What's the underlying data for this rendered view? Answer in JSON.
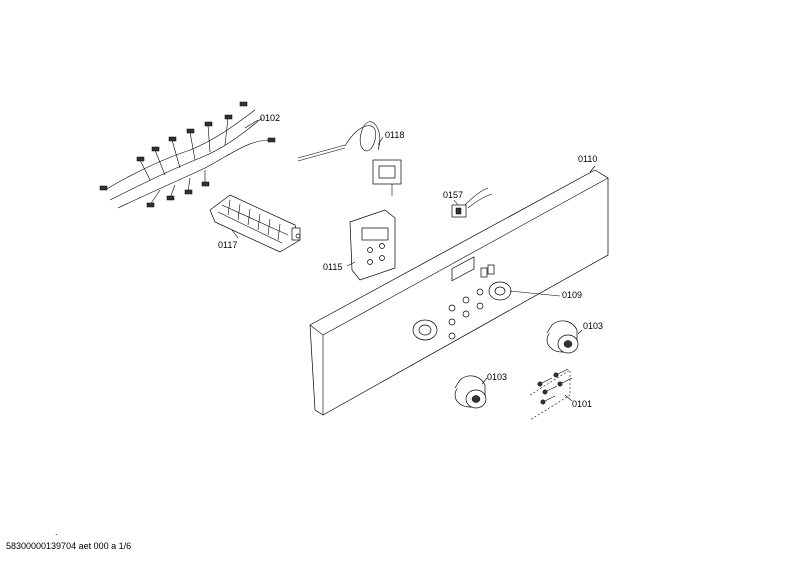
{
  "parts": {
    "p0102": "0102",
    "p0118": "0118",
    "p0110": "0110",
    "p0157": "0157",
    "p0117": "0117",
    "p0115": "0115",
    "p0109": "0109",
    "p0103a": "0103",
    "p0103b": "0103",
    "p0101": "0101"
  },
  "footer": {
    "dot": ".",
    "code": "58300000139704 aet 000 a 1/6"
  }
}
